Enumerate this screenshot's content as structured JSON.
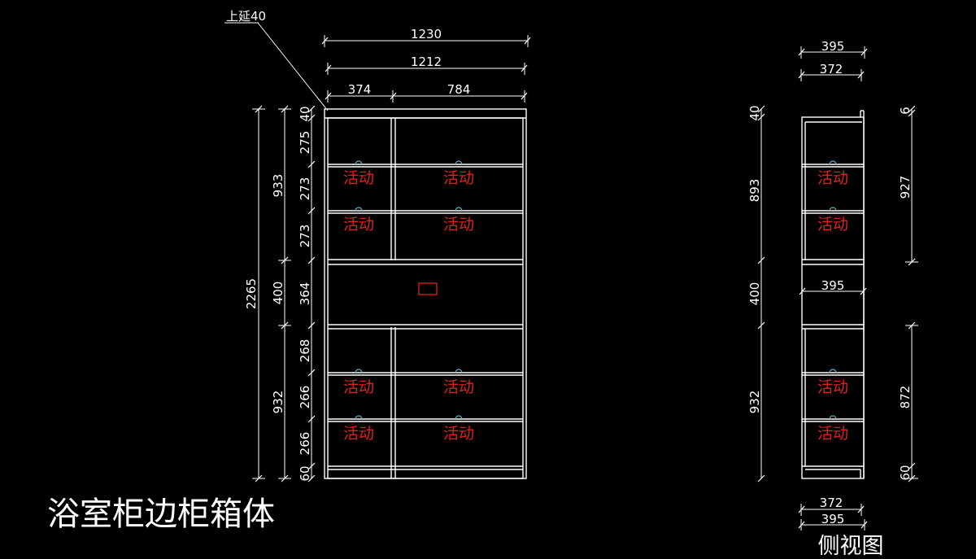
{
  "title": "浴室柜边柜箱体",
  "side_view_label": "侧视图",
  "leader_note": "上延40",
  "movable_label": "活动",
  "colors": {
    "background": "#000000",
    "lines": "#ffffff",
    "movable_text": "#e02020",
    "pins": "#5ab4c8"
  },
  "front": {
    "top_dims": [
      "1230",
      "1212",
      "374",
      "784"
    ],
    "right_col_dims": [
      "40",
      "275",
      "273",
      "273",
      "364",
      "268",
      "266",
      "266",
      "60"
    ],
    "middle_col_dims": [
      "933",
      "400",
      "932"
    ],
    "total_height": "2265"
  },
  "side": {
    "top_dims": [
      "395",
      "372"
    ],
    "inner_dim": "395",
    "bottom_dims": [
      "372",
      "395"
    ],
    "left_dims": [
      "40",
      "893",
      "400",
      "932"
    ],
    "right_dims": [
      "6",
      "927",
      "872",
      "60"
    ]
  }
}
